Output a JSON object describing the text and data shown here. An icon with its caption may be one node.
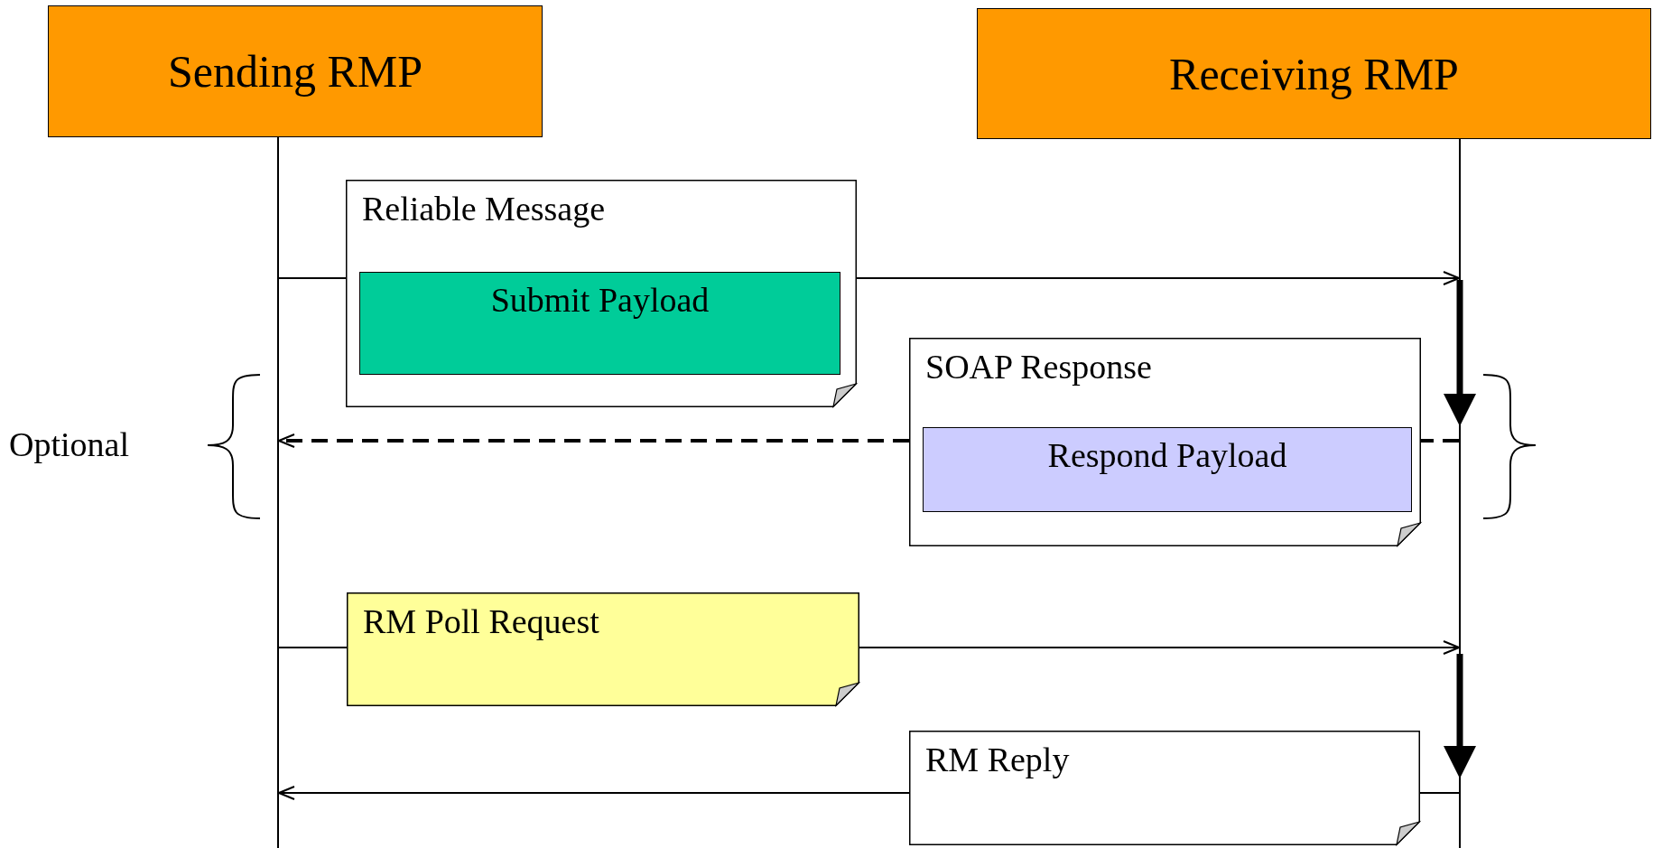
{
  "diagram": {
    "nodes": [
      {
        "text": [
          "Sending RMP"
        ]
      },
      {
        "text": [
          "Receiving RMP"
        ]
      },
      {
        "text": [],
        "shape": "line"
      },
      {
        "text": [],
        "shape": "line"
      },
      {
        "text": [
          "Reliable Message"
        ]
      },
      {
        "text": [
          "Submit Payload"
        ],
        "in": 4
      },
      {
        "text": [
          "SOAP Response"
        ]
      },
      {
        "text": [
          "Respond Payload"
        ],
        "in": 6
      },
      {
        "text": [
          "RM Poll Request"
        ]
      },
      {
        "text": [
          "RM Reply"
        ]
      }
    ],
    "edges": [
      {
        "from": 2,
        "to": 4,
        "arrow": "none"
      },
      {
        "from": 4,
        "to": 3,
        "arrow": "to"
      },
      {
        "from": 3,
        "to": 6,
        "arrow": "none",
        "style": "dashed"
      },
      {
        "from": 6,
        "to": 2,
        "arrow": "to",
        "style": "dashed"
      },
      {
        "from": 2,
        "to": 8,
        "arrow": "none"
      },
      {
        "from": 8,
        "to": 3,
        "arrow": "to"
      },
      {
        "from": 3,
        "to": 9,
        "arrow": "none"
      },
      {
        "from": 9,
        "to": 2,
        "arrow": "to"
      }
    ],
    "labels": [
      "Optional"
    ]
  }
}
